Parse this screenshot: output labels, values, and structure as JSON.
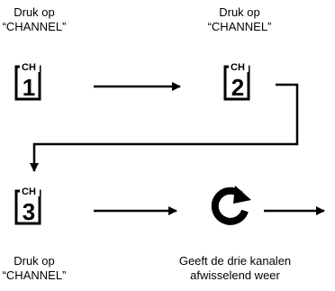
{
  "steps": [
    {
      "caption_line1": "Druk op",
      "caption_line2": "“CHANNEL”",
      "icon_label": "CH",
      "icon_digit": "1"
    },
    {
      "caption_line1": "Druk op",
      "caption_line2": "“CHANNEL”",
      "icon_label": "CH",
      "icon_digit": "2"
    },
    {
      "caption_line1": "Druk op",
      "caption_line2": "“CHANNEL”",
      "icon_label": "CH",
      "icon_digit": "3"
    },
    {
      "caption_line1": "Geeft de drie kanalen",
      "caption_line2": "afwisselend weer",
      "icon": "cycle-icon"
    }
  ]
}
